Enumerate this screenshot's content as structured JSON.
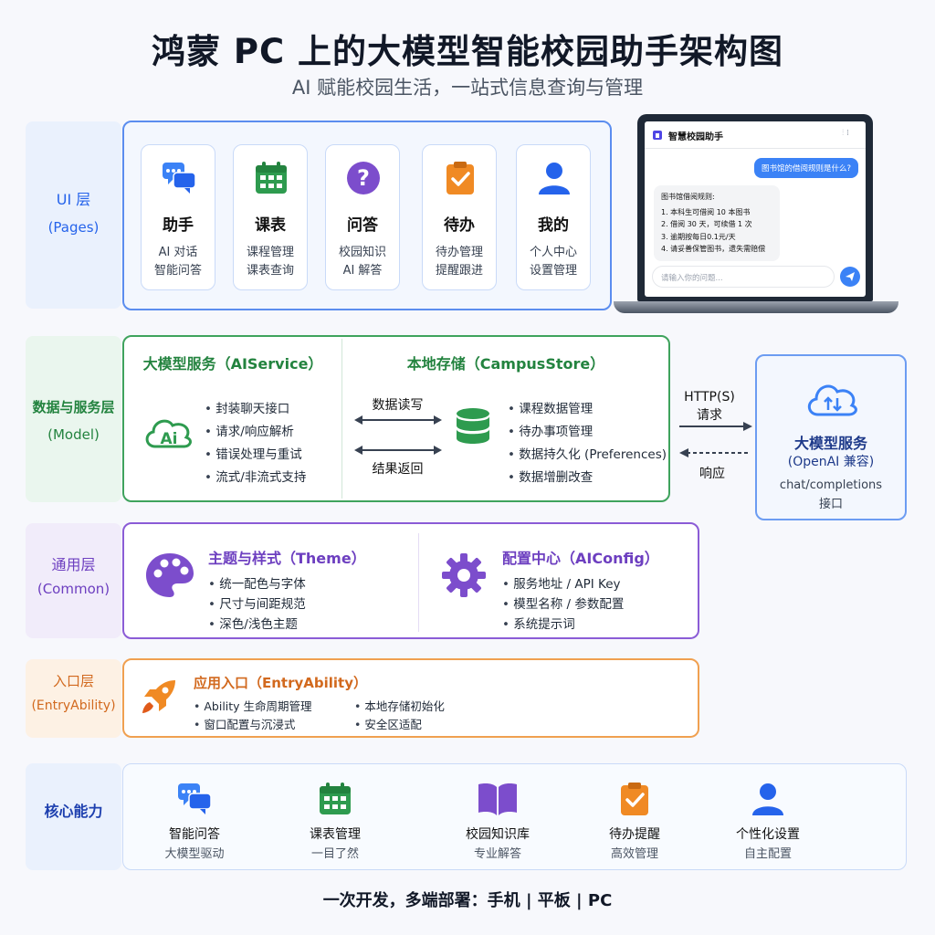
{
  "title": "鸿蒙 PC 上的大模型智能校园助手架构图",
  "subtitle": "AI 赋能校园生活，一站式信息查询与管理",
  "ui_layer": {
    "label": "UI 层",
    "sublabel": "(Pages)",
    "cards": [
      {
        "icon": "chat-icon",
        "title": "助手",
        "line1": "AI 对话",
        "line2": "智能问答"
      },
      {
        "icon": "calendar-icon",
        "title": "课表",
        "line1": "课程管理",
        "line2": "课表查询"
      },
      {
        "icon": "question-icon",
        "title": "问答",
        "line1": "校园知识",
        "line2": "AI 解答"
      },
      {
        "icon": "clipboard-check-icon",
        "title": "待办",
        "line1": "待办管理",
        "line2": "提醒跟进"
      },
      {
        "icon": "user-icon",
        "title": "我的",
        "line1": "个人中心",
        "line2": "设置管理"
      }
    ]
  },
  "laptop": {
    "app_title": "智慧校园助手",
    "user_msg": "图书馆的借阅规则是什么?",
    "bot_heading": "图书馆借阅规则:",
    "bot_lines": [
      "1. 本科生可借阅 10 本图书",
      "2. 借阅 30 天，可续借 1 次",
      "3. 逾期按每日0.1元/天",
      "4. 请妥善保管图书，遗失需赔偿"
    ],
    "input_placeholder": "请输入你的问题..."
  },
  "data_layer": {
    "label": "数据与服务层",
    "sublabel": "(Model)",
    "ai_service": {
      "title": "大模型服务（AIService）",
      "items": [
        "封装聊天接口",
        "请求/响应解析",
        "错误处理与重试",
        "流式/非流式支持"
      ]
    },
    "arrow_top": "数据读写",
    "arrow_bottom": "结果返回",
    "store": {
      "title": "本地存储（CampusStore）",
      "items": [
        "课程数据管理",
        "待办事项管理",
        "数据持久化 (Preferences)",
        "数据增删改查"
      ]
    },
    "http_label": "HTTP(S)",
    "request_label": "请求",
    "response_label": "响应",
    "external": {
      "title": "大模型服务",
      "subtitle": "(OpenAI 兼容)",
      "line1": "chat/completions",
      "line2": "接口"
    }
  },
  "common_layer": {
    "label": "通用层",
    "sublabel": "(Common)",
    "theme": {
      "title": "主题与样式（Theme）",
      "items": [
        "统一配色与字体",
        "尺寸与间距规范",
        "深色/浅色主题"
      ]
    },
    "config": {
      "title": "配置中心（AIConfig）",
      "items": [
        "服务地址 / API Key",
        "模型名称 / 参数配置",
        "系统提示词"
      ]
    }
  },
  "entry_layer": {
    "label": "入口层",
    "sublabel": "(EntryAbility)",
    "title": "应用入口（EntryAbility）",
    "items": [
      "Ability 生命周期管理",
      "窗口配置与沉浸式",
      "本地存储初始化",
      "安全区适配"
    ]
  },
  "core": {
    "label": "核心能力",
    "items": [
      {
        "icon": "chat-icon",
        "title": "智能问答",
        "sub": "大模型驱动"
      },
      {
        "icon": "calendar-icon",
        "title": "课表管理",
        "sub": "一目了然"
      },
      {
        "icon": "book-icon",
        "title": "校园知识库",
        "sub": "专业解答"
      },
      {
        "icon": "clipboard-check-icon",
        "title": "待办提醒",
        "sub": "高效管理"
      },
      {
        "icon": "user-icon",
        "title": "个性化设置",
        "sub": "自主配置"
      }
    ]
  },
  "footer": "一次开发，多端部署：手机 | 平板 | PC",
  "colors": {
    "blue": "#3b82f6",
    "green": "#2e9b4f",
    "purple": "#7c4dcc",
    "orange": "#f08a24",
    "ui_bg": "#eaf1fd",
    "data_bg": "#eaf6ee",
    "common_bg": "#f1ecfa",
    "entry_bg": "#fdf1e4",
    "core_bg": "#eaf1fd"
  }
}
